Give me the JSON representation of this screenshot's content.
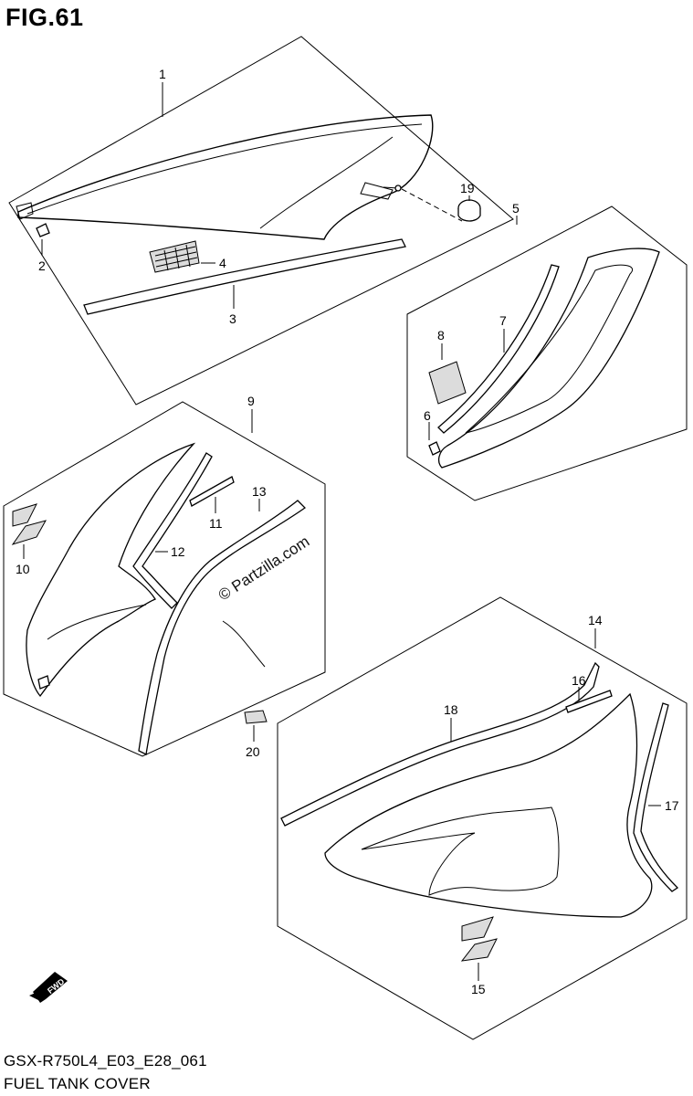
{
  "figure": {
    "title": "FIG.61",
    "code": "GSX-R750L4_E03_E28_061",
    "name": "FUEL TANK COVER",
    "watermark": "© Partzilla.com",
    "fwd_label": "FWD"
  },
  "callouts": [
    "1",
    "2",
    "3",
    "4",
    "5",
    "6",
    "7",
    "8",
    "9",
    "10",
    "11",
    "12",
    "13",
    "14",
    "15",
    "16",
    "17",
    "18",
    "19",
    "20"
  ]
}
